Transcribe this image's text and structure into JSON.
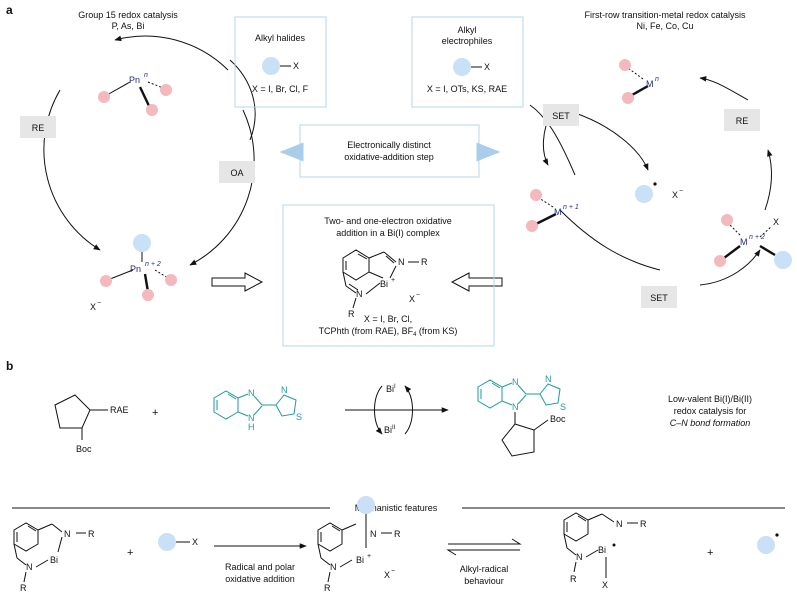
{
  "panel_a": {
    "label": "a",
    "left_title": "Group 15 redox catalysis",
    "left_subtitle": "P, As, Bi",
    "right_title": "First-row transition-metal redox catalysis",
    "right_subtitle": "Ni, Fe, Co, Cu",
    "alkyl_halides_title": "Alkyl halides",
    "alkyl_halides_x": "X",
    "alkyl_halides_def": "X = I, Br, Cl, F",
    "alkyl_electrophiles_title_1": "Alkyl",
    "alkyl_electrophiles_title_2": "electrophiles",
    "alkyl_electrophiles_x": "X",
    "alkyl_electrophiles_def": "X = I, OTs, KS, RAE",
    "center_text_1": "Electronically distinct",
    "center_text_2": "oxidative-addition step",
    "box_re_left": "RE",
    "box_oa": "OA",
    "box_set_top": "SET",
    "box_re_right": "RE",
    "box_set_bottom": "SET",
    "pn_top": "Pn",
    "pn_top_sup": "n",
    "pn_bottom": "Pn",
    "pn_bottom_sup": "n + 2",
    "x_minus_left": "X",
    "minus": "−",
    "m_top": "M",
    "m_top_sup": "n",
    "m_mid": "M",
    "m_mid_sup": "n + 1",
    "m_right": "M",
    "m_right_sup": "n + 2",
    "m_right_x": "X",
    "radical_x": "X",
    "bi_box_title_1": "Two- and one-electron oxidative",
    "bi_box_title_2": "addition in a Bi(I) complex",
    "bi_label": "Bi",
    "bi_plus": "+",
    "n_label": "N",
    "r_label": "R",
    "bi_x": "X",
    "bi_def_1": "X = I, Br, Cl,",
    "bi_def_2": "TCPhth (from RAE), BF",
    "bi_def_2_sub": "4",
    "bi_def_2_end": " (from KS)"
  },
  "panel_b": {
    "label": "b",
    "rae": "RAE",
    "n": "N",
    "boc": "Boc",
    "plus": "+",
    "nh_n": "N",
    "nh_h": "H",
    "s": "S",
    "bi_i": "Bi",
    "bi_i_sup": "I",
    "bi_ii": "Bi",
    "bi_ii_sup": "II",
    "desc_1": "Low-valent Bi(I)/Bi(II)",
    "desc_2": "redox catalysis for",
    "desc_3": "C–N bond formation",
    "mech_title": "Mechanistic features",
    "r": "R",
    "bi": "Bi",
    "x": "X",
    "arrow_label_1": "Radical and polar",
    "arrow_label_2": "oxidative addition",
    "eq_label_1": "Alkyl-radical",
    "eq_label_2": "behaviour",
    "bi_plus": "+"
  },
  "colors": {
    "pink": "#f4b9bd",
    "blue_sphere": "#c9e0f7",
    "teal": "#1f9aa3",
    "box_gray": "#e6e6e6",
    "frame_blue": "#b8d4ec",
    "metal_blue": "#1f2a8a"
  }
}
